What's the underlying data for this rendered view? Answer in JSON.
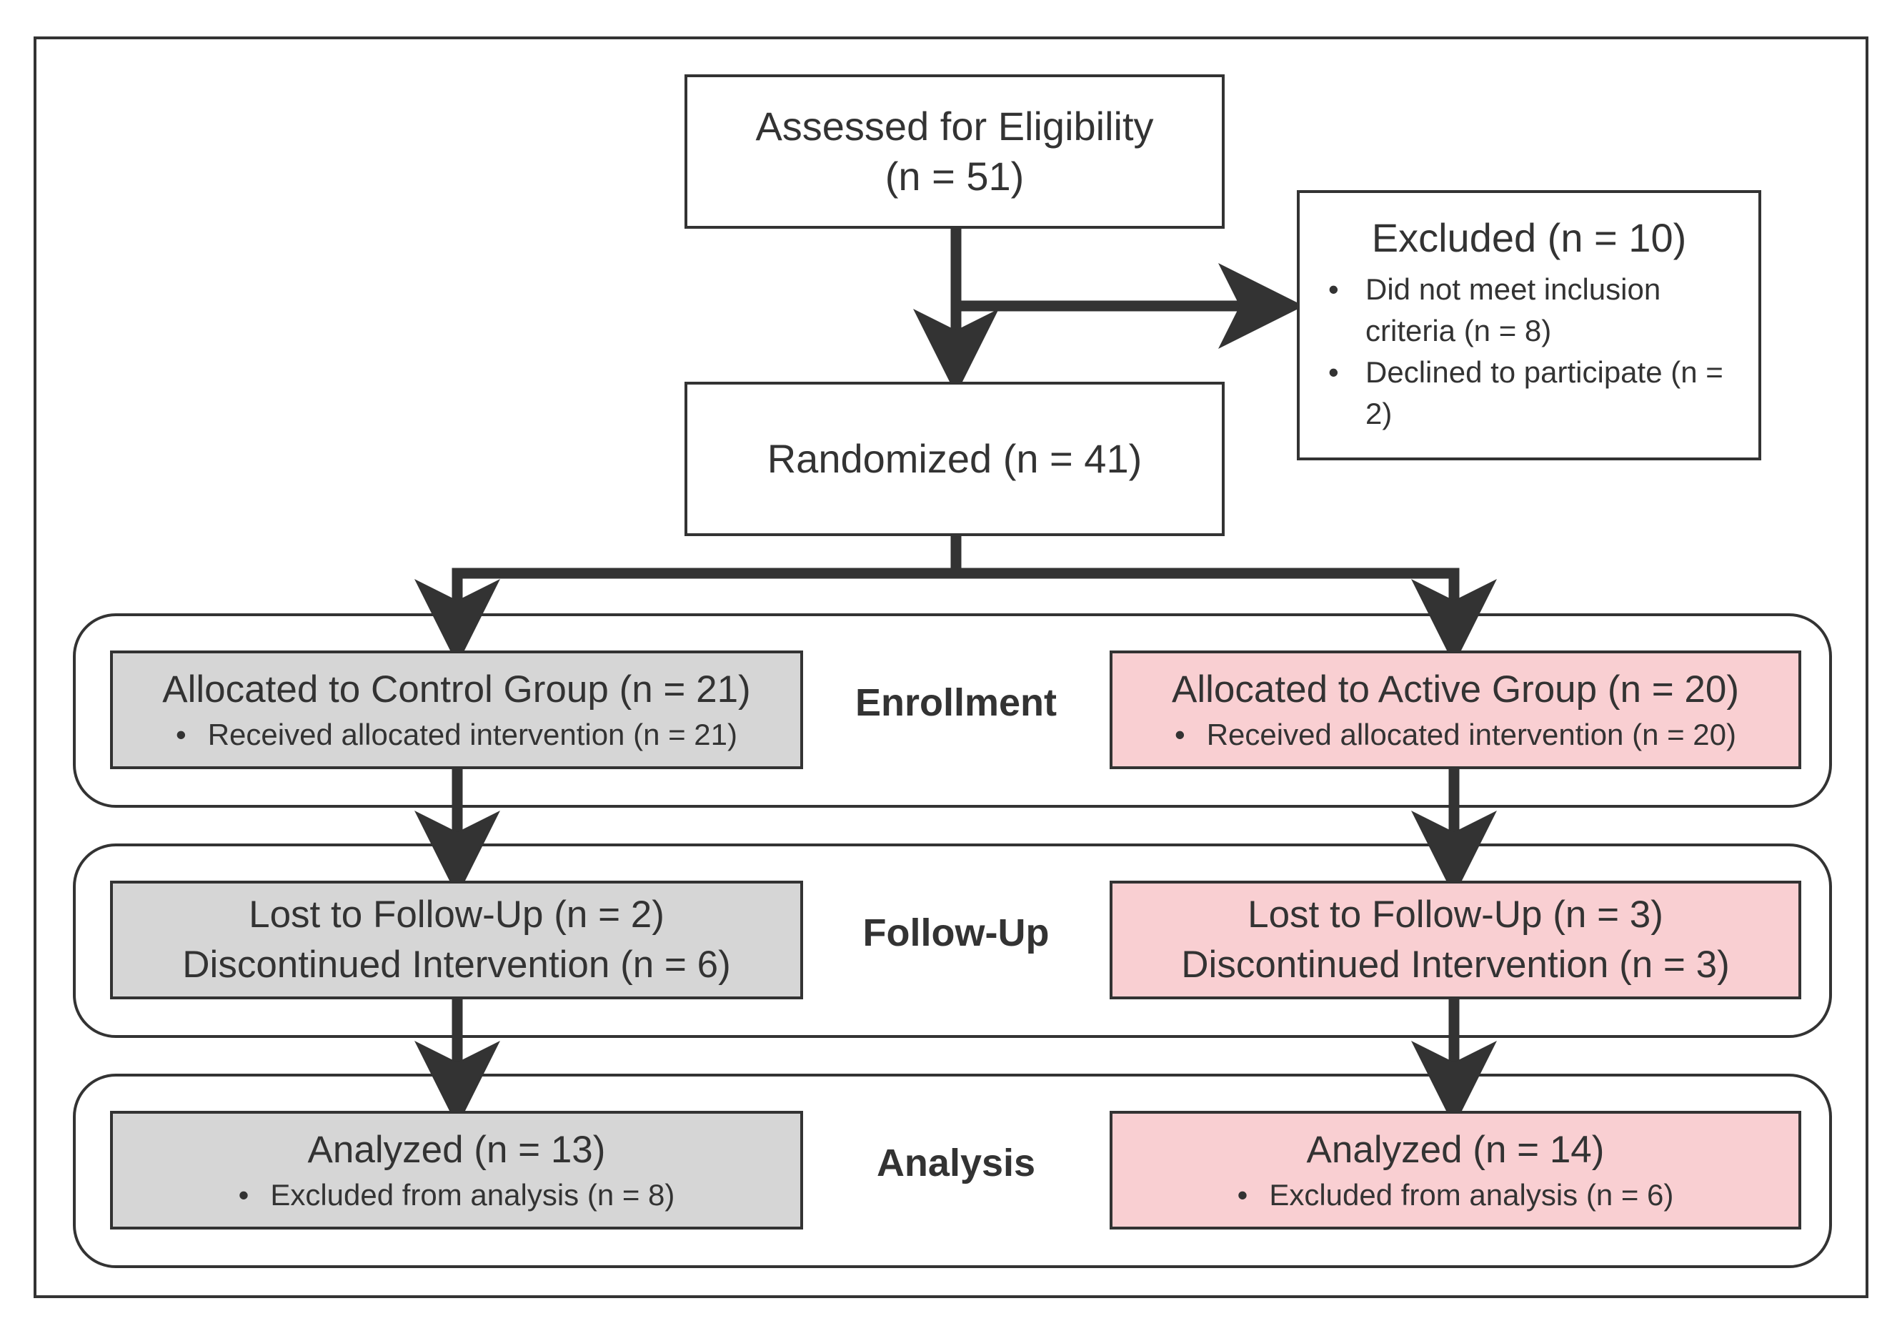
{
  "flow": {
    "assessed": {
      "title": "Assessed for Eligibility",
      "count": "(n = 51)"
    },
    "excluded": {
      "title": "Excluded (n = 10)",
      "reasons": [
        "Did not meet inclusion criteria (n = 8)",
        "Declined to participate (n = 2)"
      ]
    },
    "randomized": {
      "title": "Randomized (n = 41)"
    },
    "stages": {
      "enrollment": "Enrollment",
      "follow_up": "Follow-Up",
      "analysis": "Analysis"
    },
    "control": {
      "allocated": "Allocated to Control Group (n = 21)",
      "received": "Received allocated intervention (n = 21)",
      "lost": "Lost to Follow-Up (n = 2)",
      "discontinued": "Discontinued Intervention (n = 6)",
      "analyzed": "Analyzed (n = 13)",
      "excluded_analysis": "Excluded from analysis (n = 8)"
    },
    "active": {
      "allocated": "Allocated to Active Group (n = 20)",
      "received": "Received allocated intervention (n = 20)",
      "lost": "Lost to Follow-Up (n = 3)",
      "discontinued": "Discontinued Intervention (n = 3)",
      "analyzed": "Analyzed (n = 14)",
      "excluded_analysis": "Excluded from analysis (n = 6)"
    },
    "colors": {
      "control_fill": "#d6d6d6",
      "active_fill": "#f9cfd2",
      "line": "#333333"
    }
  }
}
